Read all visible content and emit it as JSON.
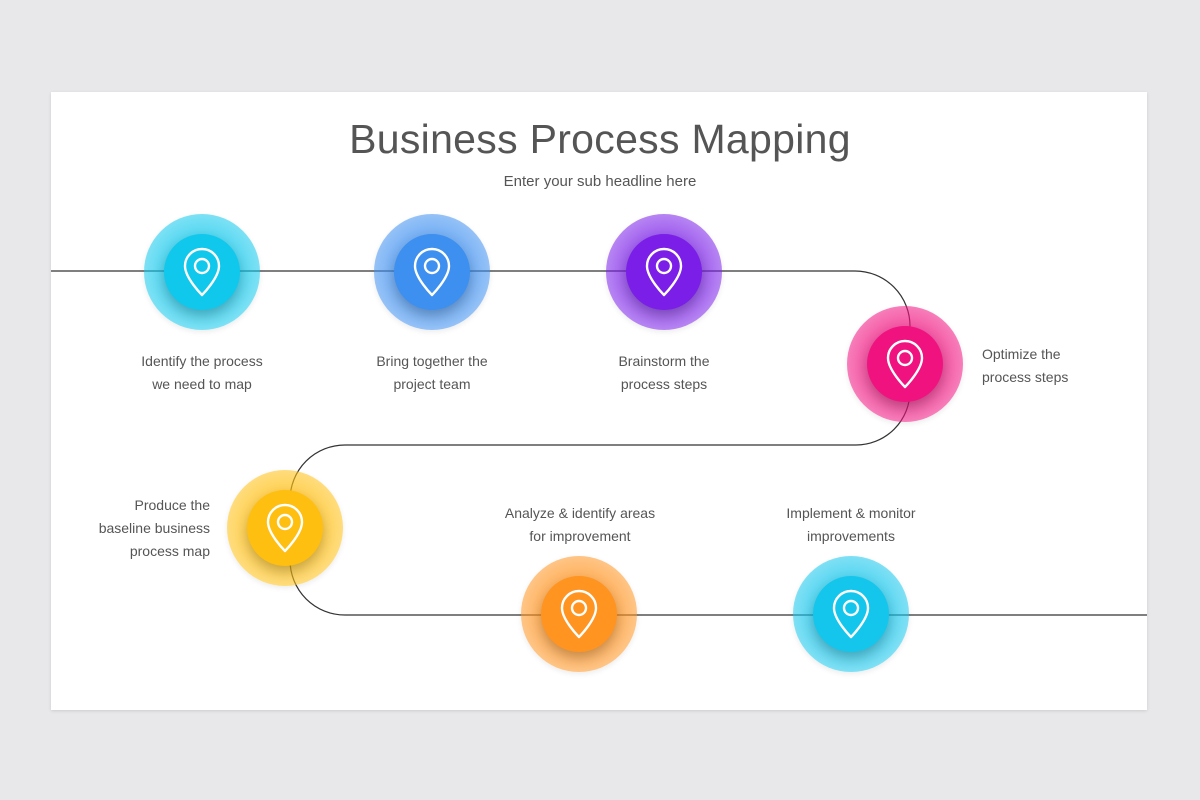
{
  "title": "Business Process Mapping",
  "subtitle": "Enter your sub headline here",
  "line_color": "#333333",
  "icon_name": "map-pin-icon",
  "steps": [
    {
      "lines": [
        "Identify the process",
        "we need to map"
      ],
      "color": "#10c8ec"
    },
    {
      "lines": [
        "Bring together the",
        "project team"
      ],
      "color": "#3d8ff0"
    },
    {
      "lines": [
        "Brainstorm the",
        "process steps"
      ],
      "color": "#7a1ee8"
    },
    {
      "lines": [
        "Optimize the",
        "process steps"
      ],
      "color": "#f0127f"
    },
    {
      "lines": [
        "Produce the",
        "baseline business",
        "process map"
      ],
      "color": "#ffbf10"
    },
    {
      "lines": [
        "Analyze & identify areas",
        "for improvement"
      ],
      "color": "#ff9420"
    },
    {
      "lines": [
        "Implement & monitor",
        "improvements"
      ],
      "color": "#14c6ec"
    }
  ]
}
